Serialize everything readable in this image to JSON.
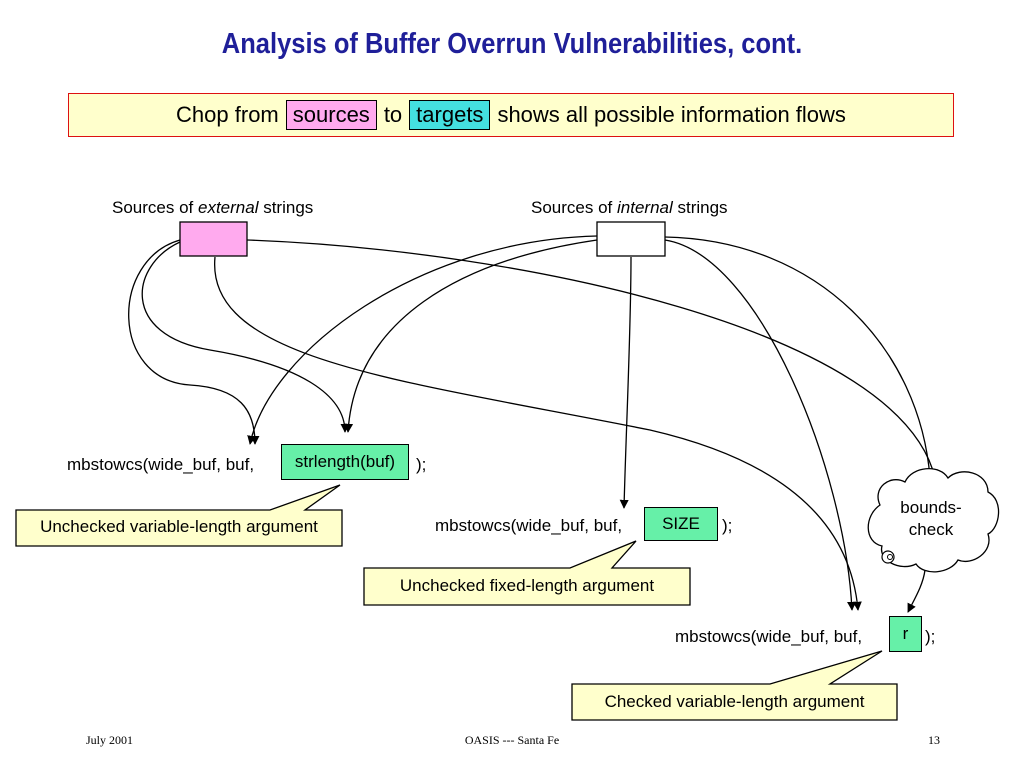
{
  "title": "Analysis of Buffer Overrun Vulnerabilities, cont.",
  "banner": {
    "prefix": "Chop from",
    "sources": "sources",
    "middle": "to",
    "targets": "targets",
    "suffix": "shows all possible information flows"
  },
  "sources_external": {
    "pre": "Sources of ",
    "em": "external",
    "post": " strings"
  },
  "sources_internal": {
    "pre": "Sources of ",
    "em": "internal",
    "post": " strings"
  },
  "calls": {
    "call1": {
      "prefix": "mbstowcs(wide_buf, buf,",
      "arg": "strlength(buf)",
      "suffix": ");"
    },
    "call2": {
      "prefix": "mbstowcs(wide_buf, buf,",
      "arg": "SIZE",
      "suffix": ");"
    },
    "call3": {
      "prefix": "mbstowcs(wide_buf, buf,",
      "arg": "r",
      "suffix": ");"
    }
  },
  "bounds_check": {
    "line1": "bounds-",
    "line2": "check"
  },
  "callouts": {
    "c1": "Unchecked variable-length argument",
    "c2": "Unchecked fixed-length argument",
    "c3": "Checked variable-length argument"
  },
  "footer": {
    "date": "July 2001",
    "center": "OASIS --- Santa Fe",
    "page": "13"
  },
  "colors": {
    "title": "#1f1f99",
    "banner_bg": "#ffffcc",
    "banner_border": "#dd1111",
    "sources_tag": "#ffaaee",
    "targets_tag": "#44e0e0",
    "arg_box": "#66f0a8",
    "callout_bg": "#ffffcc"
  }
}
